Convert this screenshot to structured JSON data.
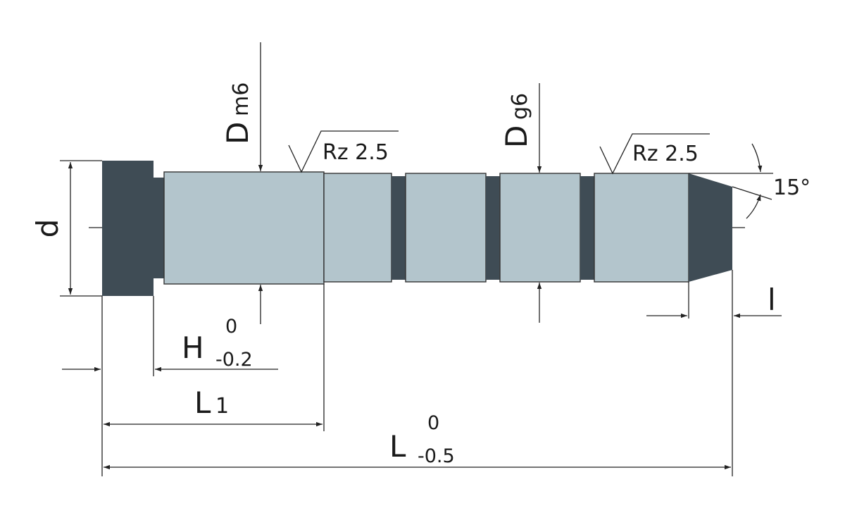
{
  "labels": {
    "d": "d",
    "D": "D",
    "m6": "m6",
    "g6": "g6",
    "H": "H",
    "H_upper": "0",
    "H_lower": "-0.2",
    "L1_main": "L",
    "L1_sub": "1",
    "L": "L",
    "L_upper": "0",
    "L_lower": "-0.5",
    "l": "l",
    "angle": "15°"
  },
  "roughness": {
    "left": "Rz 2.5",
    "right": "Rz 2.5"
  },
  "colors": {
    "head": "#3f4c55",
    "body": "#b3c5cc",
    "groove": "#3f4c55",
    "line": "#222222"
  }
}
